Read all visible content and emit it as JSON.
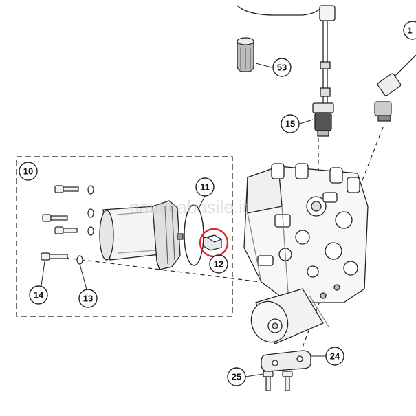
{
  "diagram": {
    "callouts": [
      {
        "id": "53",
        "label": "53"
      },
      {
        "id": "15",
        "label": "15"
      },
      {
        "id": "10",
        "label": "10"
      },
      {
        "id": "11",
        "label": "11"
      },
      {
        "id": "12",
        "label": "12"
      },
      {
        "id": "14",
        "label": "14"
      },
      {
        "id": "13",
        "label": "13"
      },
      {
        "id": "24",
        "label": "24"
      },
      {
        "id": "25",
        "label": "25"
      },
      {
        "id": "1",
        "label": "1"
      }
    ],
    "highlighted_part": "12",
    "highlight_color": "#e8242a",
    "watermark": "nauticabasile.it"
  }
}
